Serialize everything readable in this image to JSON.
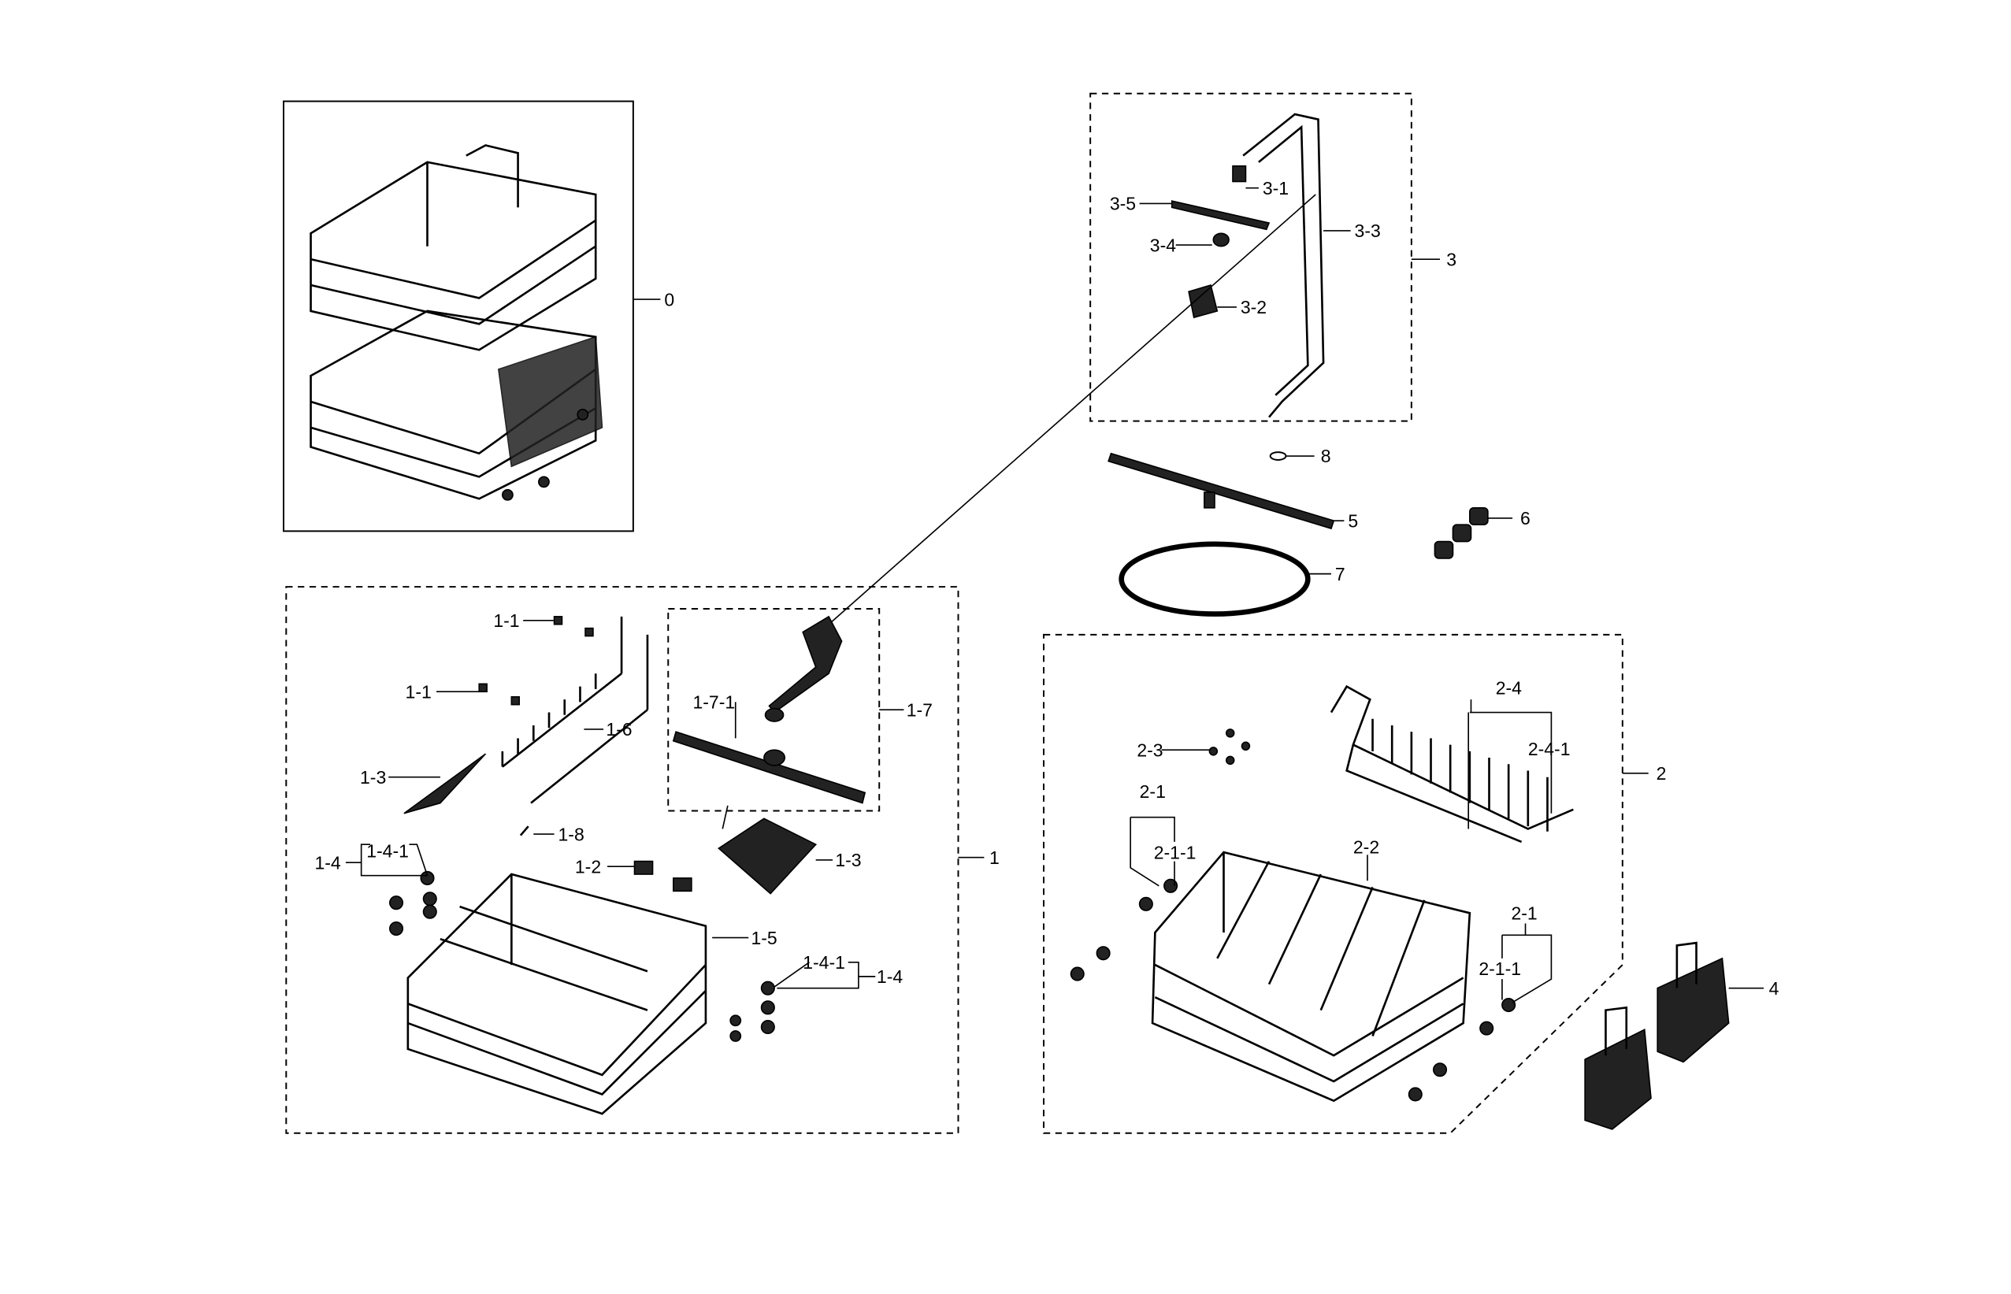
{
  "labels": [
    "0",
    "3",
    "3-1",
    "3-2",
    "3-3",
    "3-4",
    "3-5",
    "8",
    "5",
    "6",
    "7",
    "1",
    "1-1",
    "1-1",
    "1-2",
    "1-3",
    "1-3",
    "1-4",
    "1-4-1",
    "1-4",
    "1-4-1",
    "1-5",
    "1-6",
    "1-7",
    "1-7-1",
    "1-8",
    "2",
    "2-1",
    "2-1-1",
    "2-1",
    "2-1-1",
    "2-2",
    "2-3",
    "2-4",
    "2-4-1",
    "4"
  ]
}
